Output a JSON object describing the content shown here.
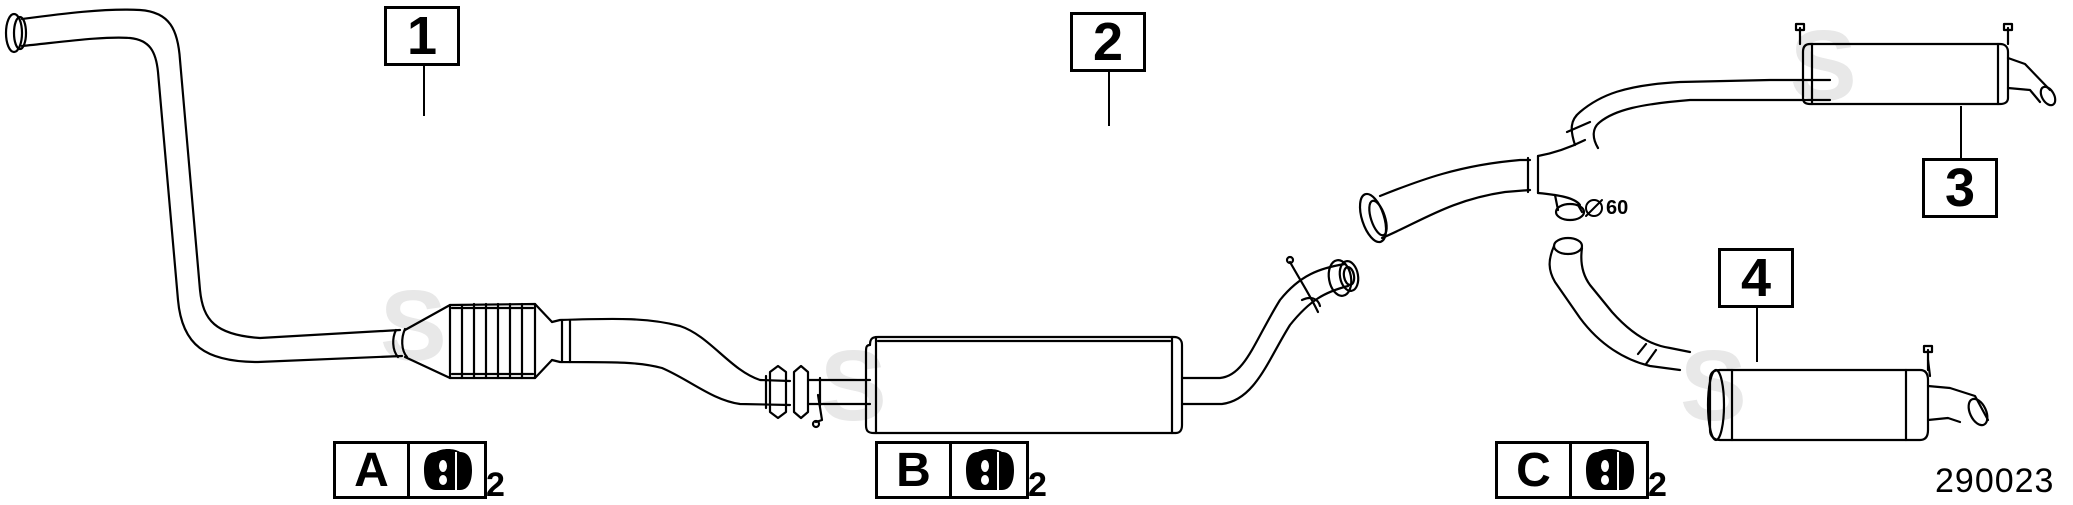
{
  "part_labels": [
    {
      "id": "1"
    },
    {
      "id": "2"
    },
    {
      "id": "3"
    },
    {
      "id": "4"
    }
  ],
  "mounting_legend": [
    {
      "letter": "A",
      "quantity": "2",
      "icon": "rubber-hanger-icon"
    },
    {
      "letter": "B",
      "quantity": "2",
      "icon": "rubber-hanger-icon"
    },
    {
      "letter": "C",
      "quantity": "2",
      "icon": "rubber-hanger-icon"
    }
  ],
  "pipe_diameter": "60",
  "diameter_symbol": "Ø",
  "catalog_number": "290023",
  "colors": {
    "line": "#000000",
    "watermark": "#e6e6e6",
    "background": "#ffffff"
  }
}
